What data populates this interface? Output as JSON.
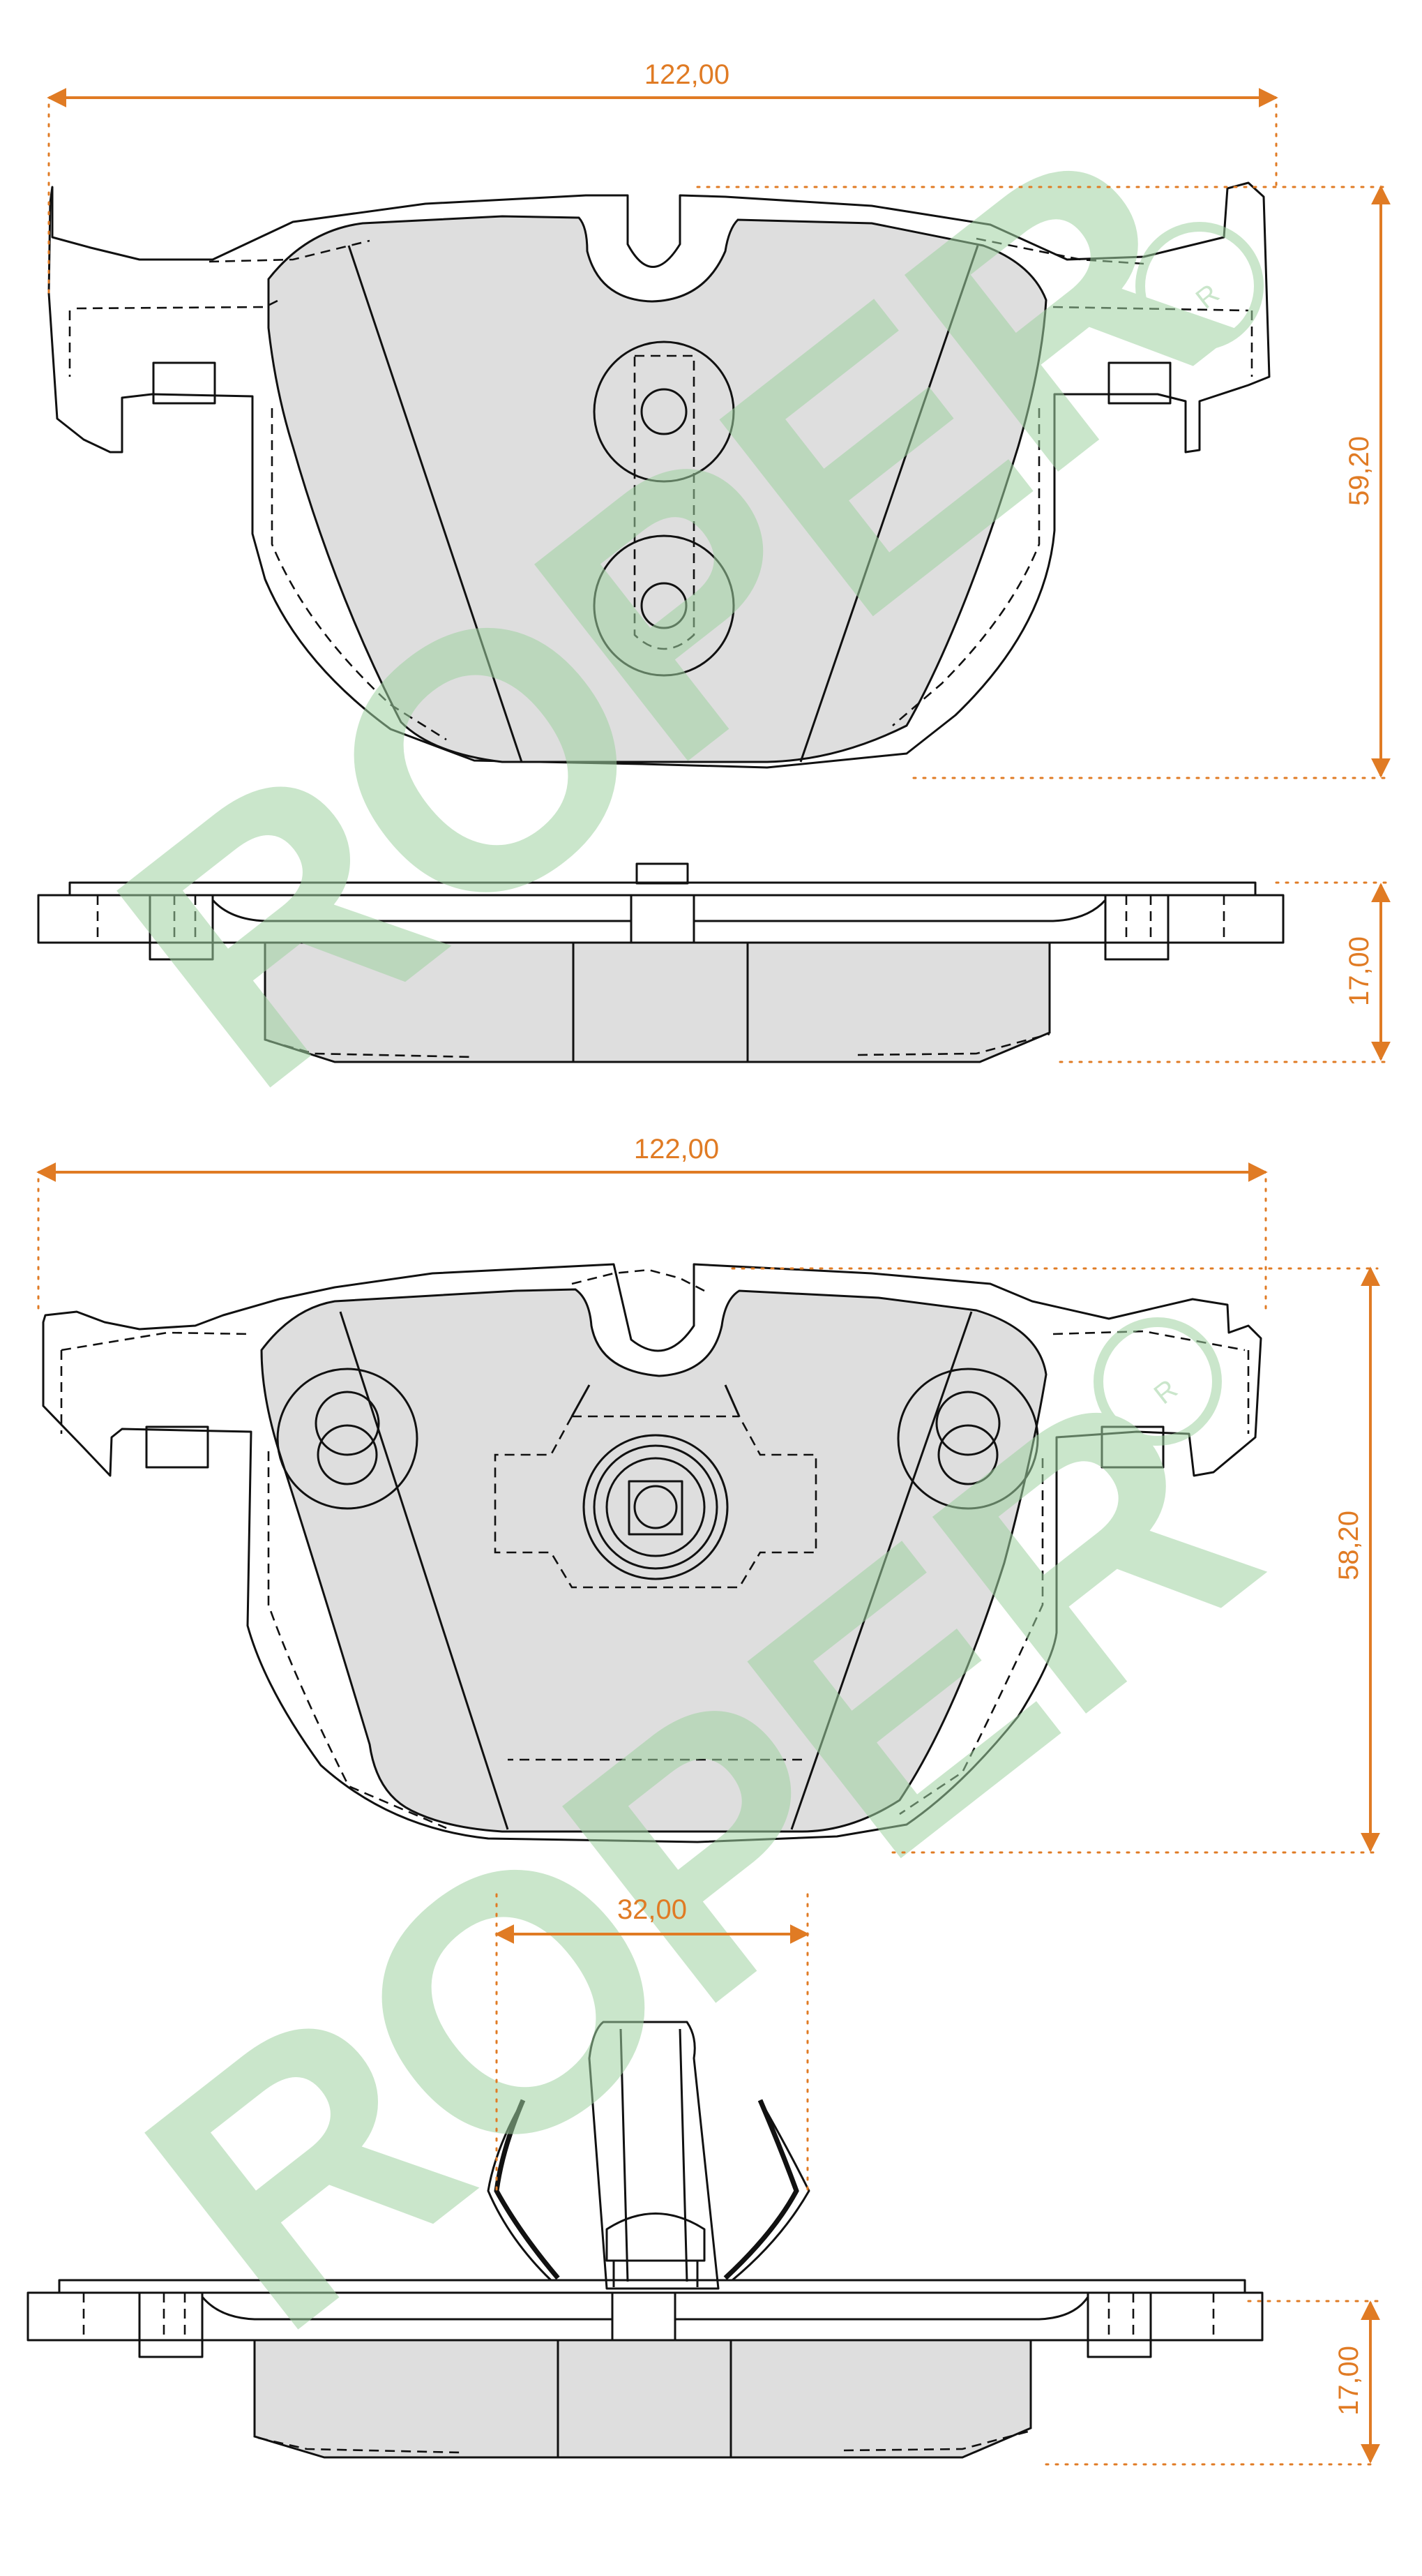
{
  "colors": {
    "dimension": "#e07b24",
    "pad_fill": "#dedede",
    "outline": "#111111",
    "watermark": "#9fd2a2"
  },
  "watermark": {
    "text": "ROPER",
    "registered_mark": "R"
  },
  "drawing_top": {
    "width_label": "122,00",
    "height_label": "59,20",
    "thickness_label": "17,00"
  },
  "drawing_bottom": {
    "width_label": "122,00",
    "height_label": "58,20",
    "sensor_label": "32,00",
    "thickness_label": "17,00"
  }
}
